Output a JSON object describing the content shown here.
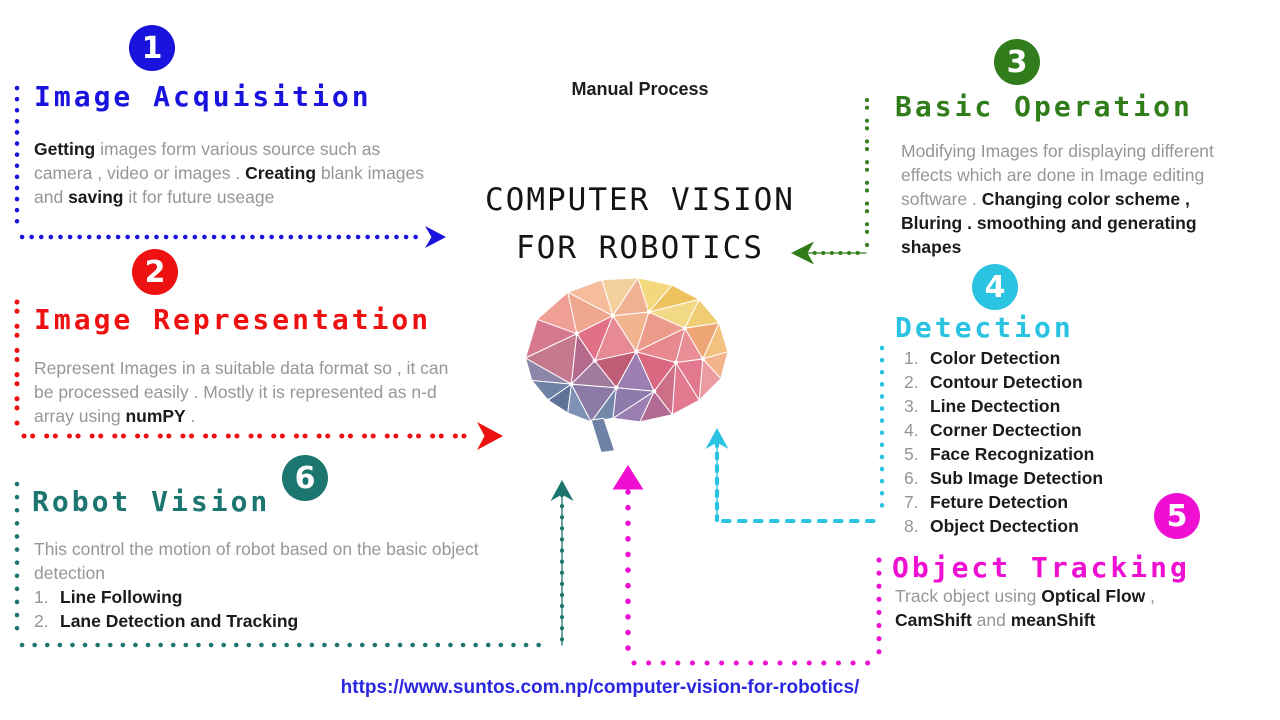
{
  "colors": {
    "blue": "#1a12dd",
    "red": "#ee1111",
    "green": "#317d1c",
    "cyan": "#2bc3e2",
    "magenta": "#ef0fd3",
    "teal": "#1c756f",
    "gray": "#969696",
    "dark": "#1b1b1b",
    "urlblue": "#2b27e0"
  },
  "center": {
    "manual_label": "Manual Process",
    "title_line1": "COMPUTER VISION",
    "title_line2": "FOR ROBOTICS",
    "url": "https://www.suntos.com.np/computer-vision-for-robotics/",
    "brain_image": "low-poly-brain-illustration"
  },
  "sections": [
    {
      "id": "image-acquisition",
      "number": "1",
      "title": "Image Acquisition",
      "color": "#1a12dd",
      "body_runs": [
        {
          "t": "Getting",
          "b": 1
        },
        {
          "t": " images form various source such as camera , video or images . ",
          "b": 0
        },
        {
          "t": "Creating",
          "b": 1
        },
        {
          "t": " blank images and ",
          "b": 0
        },
        {
          "t": "saving",
          "b": 1
        },
        {
          "t": " it for future useage",
          "b": 0
        }
      ]
    },
    {
      "id": "image-representation",
      "number": "2",
      "title": "Image Representation",
      "color": "#ee1111",
      "body_runs": [
        {
          "t": "Represent Images in a suitable data format so , it can be processed easily  . Mostly it is represented as n-d array using ",
          "b": 0
        },
        {
          "t": "numPY",
          "b": 1
        },
        {
          "t": " .",
          "b": 0
        }
      ]
    },
    {
      "id": "basic-operation",
      "number": "3",
      "title": "Basic Operation",
      "color": "#317d1c",
      "body_runs": [
        {
          "t": "Modifying Images for displaying different effects which are done in Image editing software . ",
          "b": 0
        },
        {
          "t": "Changing color scheme , Bluring . smoothing and generating shapes",
          "b": 1
        }
      ]
    },
    {
      "id": "detection",
      "number": "4",
      "title": "Detection",
      "color": "#2bc3e2",
      "items": [
        {
          "n": "1.",
          "t": "Color Detection"
        },
        {
          "n": "2.",
          "t": "Contour Detection"
        },
        {
          "n": "3.",
          "t": "Line Dectection"
        },
        {
          "n": "4.",
          "t": "Corner Dectection"
        },
        {
          "n": "5.",
          "t": "Face Recognization"
        },
        {
          "n": "6.",
          "t": "Sub Image Detection"
        },
        {
          "n": "7.",
          "t": "Feture Detection"
        },
        {
          "n": "8.",
          "t": "Object Dectection"
        }
      ]
    },
    {
      "id": "object-tracking",
      "number": "5",
      "title": "Object Tracking",
      "color": "#ef0fd3",
      "body_runs": [
        {
          "t": "Track object using ",
          "b": 0
        },
        {
          "t": "Optical Flow",
          "b": 1
        },
        {
          "t": " , ",
          "b": 0
        },
        {
          "t": "CamShift",
          "b": 1
        },
        {
          "t": " and ",
          "b": 0
        },
        {
          "t": "meanShift",
          "b": 1
        }
      ]
    },
    {
      "id": "robot-vision",
      "number": "6",
      "title": "Robot Vision",
      "color": "#1c756f",
      "body_runs": [
        {
          "t": "This control the motion of robot based on the basic object detection",
          "b": 0
        }
      ],
      "items": [
        {
          "n": "1.",
          "t": "Line Following"
        },
        {
          "n": "2.",
          "t": "Lane Detection and Tracking"
        }
      ]
    }
  ]
}
